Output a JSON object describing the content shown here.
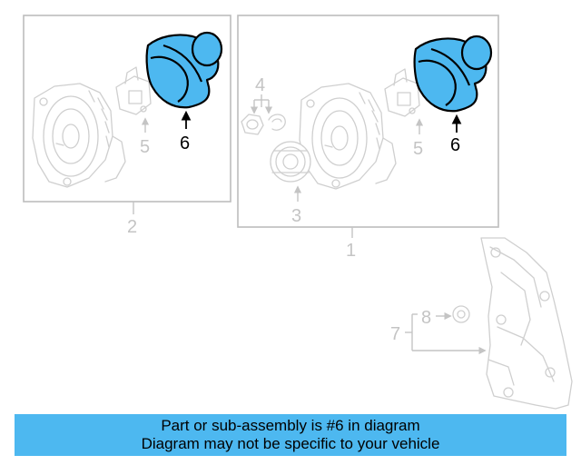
{
  "colors": {
    "highlight": "#4db8f0",
    "ghost": "#cfcfcf",
    "box": "#bdbdbd",
    "banner": "#4db8f0"
  },
  "callouts": {
    "left_box_number": "2",
    "right_box_number": "1",
    "part_3": "3",
    "part_4": "4",
    "part_5_left": "5",
    "part_5_right": "5",
    "part_6_left": "6",
    "part_6_right": "6",
    "part_7": "7",
    "part_8": "8"
  },
  "banner": {
    "line1": "Part or sub-assembly is #6 in diagram",
    "line2": "Diagram may not be specific to your vehicle"
  }
}
